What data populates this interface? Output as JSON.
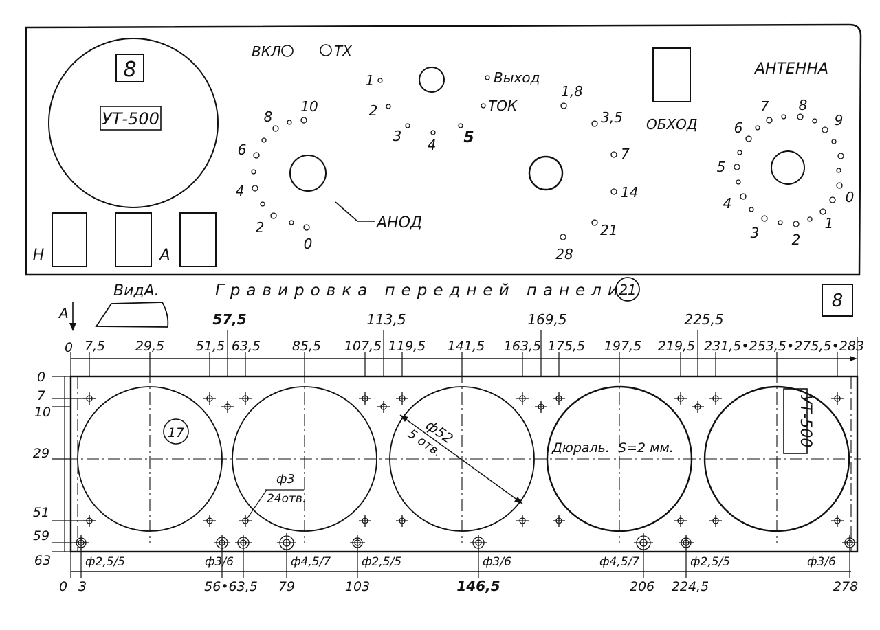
{
  "panel": {
    "badge": "8",
    "meter_label": "УТ-500",
    "switch_on": "ВКЛ",
    "switch_tx": "ТХ",
    "label_h": "Н",
    "label_a": "А",
    "anode": "АНОД",
    "output": "Выход",
    "current": "ТОК",
    "bypass": "ОБХОД",
    "antenna": "АНТЕННА",
    "meter_positions": [
      "1",
      "2",
      "3",
      "4",
      "5"
    ],
    "anode_scale": [
      "0",
      "2",
      "4",
      "6",
      "8",
      "10"
    ],
    "band_scale": [
      "1,8",
      "3,5",
      "7",
      "14",
      "21",
      "28"
    ],
    "antenna_scale": [
      "0",
      "1",
      "2",
      "3",
      "4",
      "5",
      "6",
      "7",
      "8",
      "9"
    ]
  },
  "caption": {
    "view": "ВидА.",
    "title": "Гравировка передней панели.",
    "part": "21",
    "sheet": "8",
    "arrow_label": "А"
  },
  "plate": {
    "part": "17",
    "meter_label": "УТ-500",
    "material": "Дюраль.  S=2 мм.",
    "hole_note_dia": "ф3",
    "hole_note_count": "24отв.",
    "big_hole_dia": "ф52",
    "big_hole_count": "5 отв."
  },
  "dims": {
    "top_row1": [
      "57,5",
      "113,5",
      "169,5",
      "225,5"
    ],
    "top_row2": [
      "0",
      "7,5",
      "29,5",
      "51,5",
      "63,5",
      "85,5",
      "107,5",
      "119,5",
      "141,5",
      "163,5",
      "175,5",
      "197,5",
      "219,5",
      "231,5•253,5•275,5•283"
    ],
    "left": [
      "0",
      "7",
      "10",
      "29",
      "51",
      "59",
      "63"
    ],
    "bottom": [
      "0",
      "3",
      "56•63,5",
      "79",
      "103",
      "146,5",
      "206",
      "224,5",
      "278"
    ],
    "bottom_holes": [
      "ф2,5/5",
      "ф3/6",
      "ф4,5/7",
      "ф2,5/5",
      "ф3/6",
      "ф4,5/7",
      "ф2,5/5",
      "ф3/6"
    ]
  }
}
